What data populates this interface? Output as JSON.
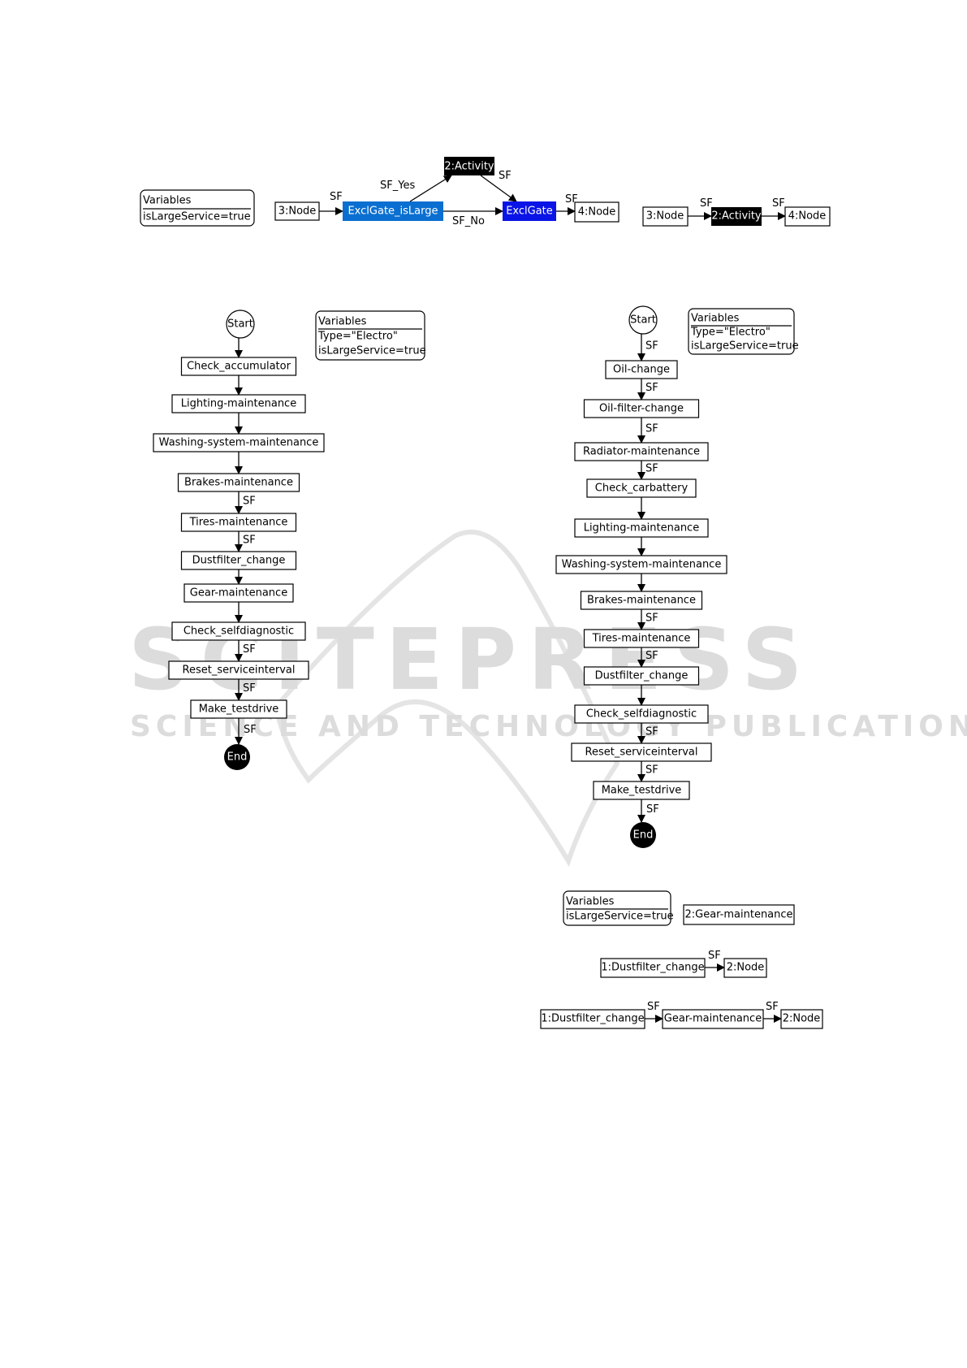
{
  "watermark": {
    "title": "SCITEPRESS",
    "subtitle": "SCIENCE AND TECHNOLOGY PUBLICATIONS"
  },
  "top_left": {
    "variables": {
      "header": "Variables",
      "vars": [
        "isLargeService=true"
      ]
    },
    "nodes": {
      "node3": "3:Node",
      "gate_split": "ExclGate_isLarge",
      "activity": "2:Activity",
      "gate_join": "ExclGate",
      "node4": "4:Node"
    },
    "edges": {
      "sf1": "SF",
      "sf_yes": "SF_Yes",
      "sf_no": "SF_No",
      "sf2": "SF",
      "sf3": "SF"
    }
  },
  "top_right": {
    "nodes": {
      "node3": "3:Node",
      "activity": "2:Activity",
      "node4": "4:Node"
    },
    "edges": {
      "sf1": "SF",
      "sf2": "SF"
    }
  },
  "left_process": {
    "variables": {
      "header": "Variables",
      "vars": [
        "Type=\"Electro\"",
        "isLargeService=true"
      ]
    },
    "start": "Start",
    "end": "End",
    "steps": [
      "Check_accumulator",
      "Lighting-maintenance",
      "Washing-system-maintenance",
      "Brakes-maintenance",
      "Tires-maintenance",
      "Dustfilter_change",
      "Gear-maintenance",
      "Check_selfdiagnostic",
      "Reset_serviceinterval",
      "Make_testdrive"
    ],
    "sf_label": "SF"
  },
  "right_process": {
    "variables": {
      "header": "Variables",
      "vars": [
        "Type=\"Electro\"",
        "isLargeService=true"
      ]
    },
    "start": "Start",
    "end": "End",
    "steps": [
      "Oil-change",
      "Oil-filter-change",
      "Radiator-maintenance",
      "Check_carbattery",
      "Lighting-maintenance",
      "Washing-system-maintenance",
      "Brakes-maintenance",
      "Tires-maintenance",
      "Dustfilter_change",
      "Check_selfdiagnostic",
      "Reset_serviceinterval",
      "Make_testdrive"
    ],
    "sf_label": "SF"
  },
  "bottom_right": {
    "variables": {
      "header": "Variables",
      "vars": [
        "isLargeService=true"
      ]
    },
    "gear_node": "2:Gear-maintenance",
    "row1": {
      "from": "1:Dustfilter_change",
      "to": "2:Node",
      "edge": "SF"
    },
    "row2": {
      "from": "1:Dustfilter_change",
      "mid": "Gear-maintenance",
      "to": "2:Node",
      "edge1": "SF",
      "edge2": "SF"
    }
  },
  "colors": {
    "gate_split": "#0a6fd1",
    "gate_join": "#0a14e6",
    "activity": "#000000"
  }
}
